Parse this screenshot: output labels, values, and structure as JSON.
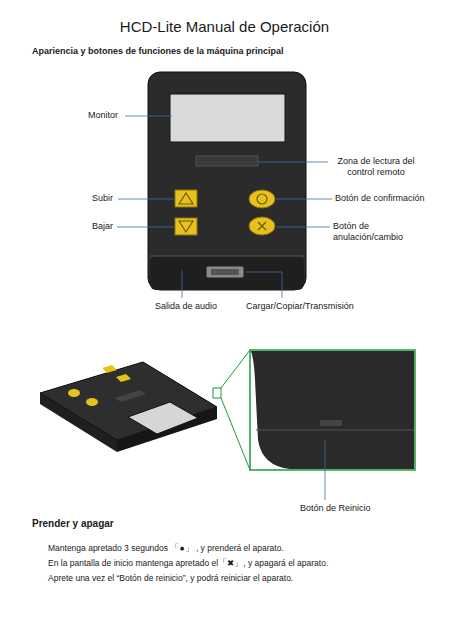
{
  "diagram": {
    "title": "HCD-Lite Manual de Operación",
    "labels": [
      "Apariencia y botones de funciones de la máquina principal",
      "Monitor",
      "Zona de lectura del control remoto",
      "Subir",
      "Botón de confirmación",
      "Bajar",
      "Botón de anulación/cambio",
      "Salida de audio",
      "Cargar/Copiar/Transmisión",
      "Botón de Reinicio",
      "Prender y apagar",
      "Mantenga apretado 3 segundos 「●」 , y prenderá el aparato.",
      "En la pantalla de inicio mantenga apretado el「✖」, y apagará el aparato.",
      "Aprete una vez el “Botón de reinicio”, y podrá reiniciar el aparato."
    ]
  }
}
